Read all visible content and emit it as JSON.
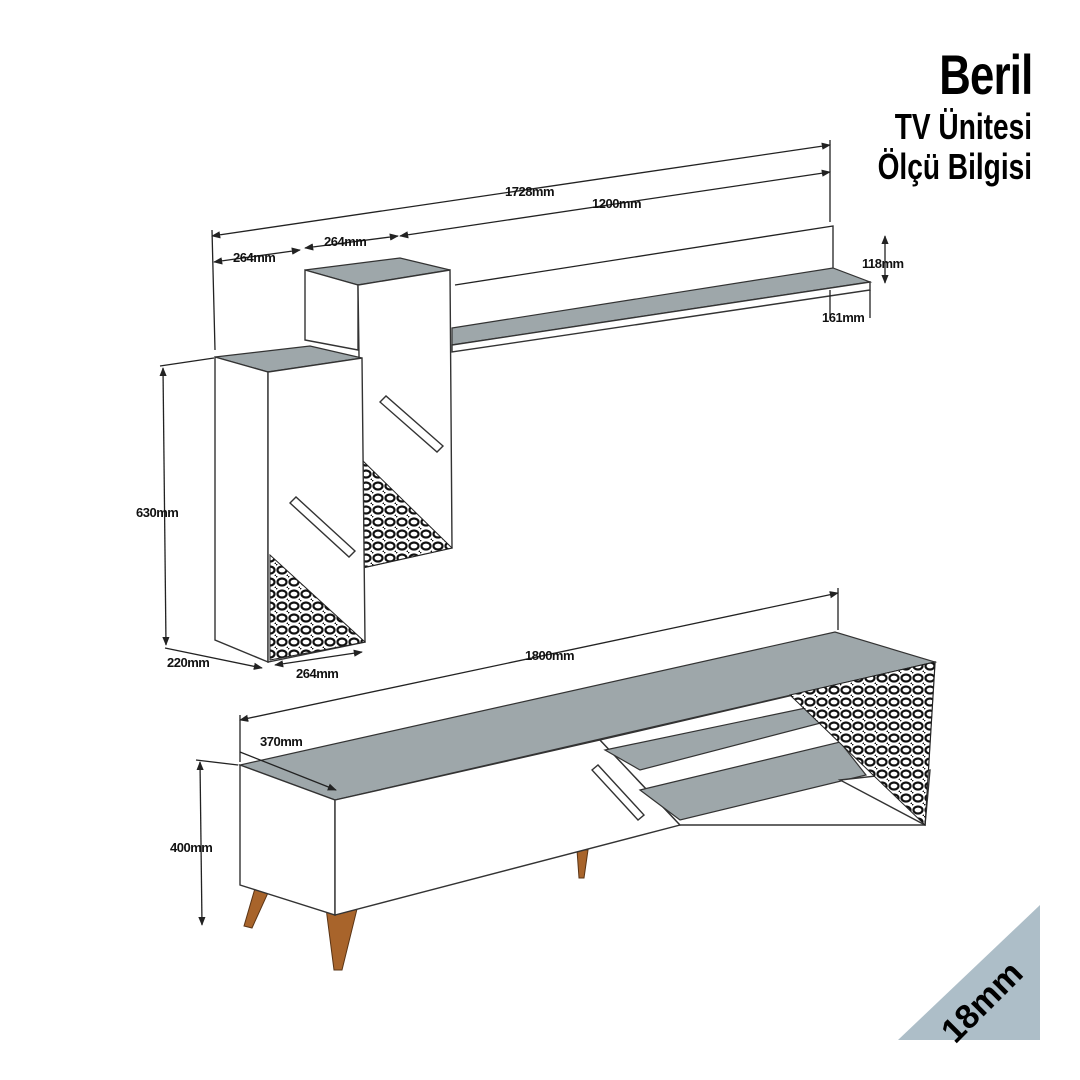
{
  "title": {
    "name": "Beril",
    "line2": "TV Ünitesi",
    "line3": "Ölçü Bilgisi"
  },
  "dimensions": {
    "total_width": "1728mm",
    "shelf_width": "1200mm",
    "cabinet_width_1": "264mm",
    "cabinet_width_2": "264mm",
    "shelf_height": "118mm",
    "shelf_depth": "161mm",
    "cabinet_height": "630mm",
    "cabinet_depth": "220mm",
    "cabinet_bottom_width": "264mm",
    "stand_width": "1800mm",
    "stand_depth": "370mm",
    "stand_height": "400mm"
  },
  "thickness_badge": "18mm",
  "colors": {
    "surface": "#9ea7aa",
    "legs": "#a8642b",
    "badge": "#adbec8"
  }
}
